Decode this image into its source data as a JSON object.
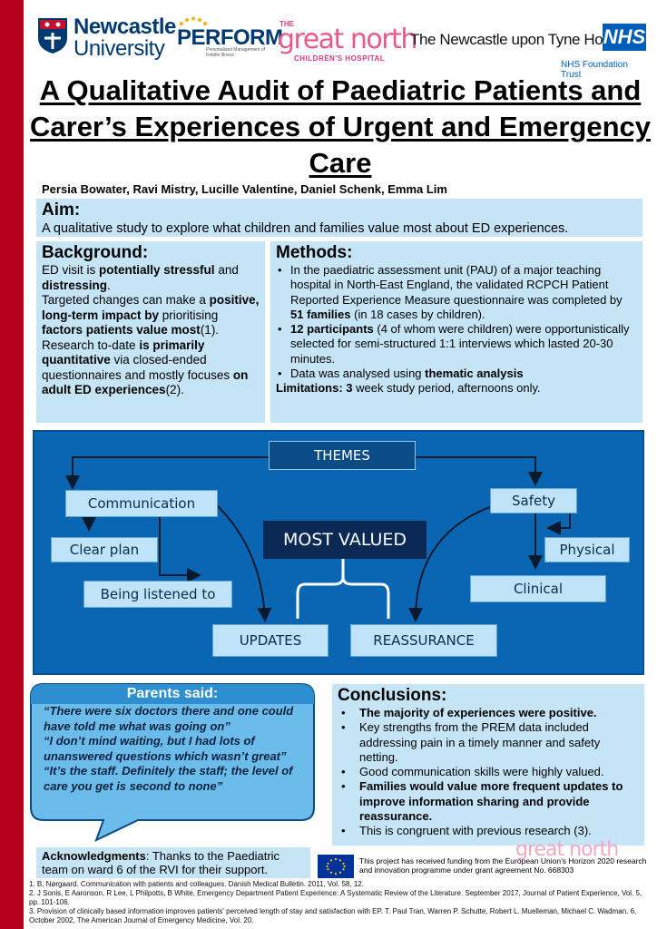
{
  "logos": {
    "newcastle_line1": "Newcastle",
    "newcastle_line2": "University",
    "perform": "PERFORM",
    "perform_sub": "Personalised Management of Febrile Illness",
    "gnch_the": "THE",
    "gnch_main": "great north",
    "gnch_sub": "CHILDREN'S HOSPITAL",
    "trust_name": "The Newcastle upon Tyne Hospitals",
    "nhs": "NHS",
    "foundation_trust": "NHS Foundation Trust"
  },
  "title": "A Qualitative Audit of Paediatric Patients and Carer’s Experiences of Urgent and Emergency Care",
  "authors": "Persia Bowater, Ravi Mistry, Lucille Valentine, Daniel Schenk, Emma Lim",
  "aim": {
    "heading": "Aim:",
    "text": "A qualitative study to explore what children and families value most about ED experiences."
  },
  "background": {
    "heading": "Background:",
    "p1a": "ED visit is ",
    "p1b": "potentially stressful",
    "p1c": " and ",
    "p1d": "distressing",
    "p1e": ".",
    "p2a": "Targeted changes can make a ",
    "p2b": "positive, long-term impact by",
    "p2c": " prioritising ",
    "p2d": " factors patients value most",
    "p2e": "(1).",
    "p3a": "Research to-date ",
    "p3b": "is primarily quantitative",
    "p3c": " via closed-ended questionnaires and mostly focuses ",
    "p3d": "on adult ED experiences",
    "p3e": "(2)."
  },
  "methods": {
    "heading": "Methods:",
    "b1a": "In the paediatric assessment unit (PAU) of a major teaching hospital in North-East England, the validated RCPCH Patient Reported Experience Measure questionnaire was completed by ",
    "b1b": "51 families",
    "b1c": " (in 18 cases by children).",
    "b2a": "12 participants",
    "b2b": " (4 of whom were children) were opportunistically selected for semi-structured 1:1 interviews which lasted 20-30 minutes.",
    "b3a": "Data was analysed using ",
    "b3b": "thematic analysis",
    "lim_label": "Limitations: 3",
    "lim_text": " week study period, afternoons only."
  },
  "diagram": {
    "themes": "THEMES",
    "communication": "Communication",
    "safety": "Safety",
    "most_valued": "MOST VALUED",
    "clear_plan": "Clear plan",
    "being_listened": "Being listened to",
    "physical": "Physical",
    "clinical": "Clinical",
    "updates": "UPDATES",
    "reassurance": "REASSURANCE"
  },
  "quotes": {
    "heading": "Parents said:",
    "q1": "“There were six doctors there and one could have told me what was going on”",
    "q2": "“I don’t mind waiting, but I had lots of unanswered questions which wasn’t great”",
    "q3": "“It’s the staff. Definitely the staff; the level of care you get is second to none”"
  },
  "conclusions": {
    "heading": "Conclusions:",
    "c1": "The majority of experiences were positive.",
    "c2": "Key strengths from the PREM data included addressing pain in a timely manner and safety netting.",
    "c3": "Good communication skills were highly valued.",
    "c4": "Families would value more frequent updates to improve information sharing and provide reassurance.",
    "c5": "This is congruent with previous research (3)."
  },
  "acknowledgments": {
    "label": "Acknowledgments",
    "text": ": Thanks to the Paediatric team on ward 6 of the RVI for their support."
  },
  "eu": {
    "text": "This project has received funding from the European Union’s Horizon 2020 research and innovation programme under grant agreement No. 668303"
  },
  "watermark": "great north",
  "references": {
    "r1": "1. B, Nørgaard. Communication with patients and colleagues. Danish Medical Bulletin. 2011, Vol. 58, 12.",
    "r2": "2. J Sonis, E Aaronson, R Lee, L Philpotts, B White, Emergency Department Patient Experience: A Systematic Review of the Literature. September 2017, Journal of Patient Experience, Vol. 5, pp. 101-106.",
    "r3": "3. Provision of clinically based information improves patients' perceived length of stay and satisfaction with EP. T. Paul Tran, Warren P. Schutte, Robert L. Muelleman, Michael C. Wadman. 6, October 2002, The American Journal of Emergency Medicine, Vol. 20."
  },
  "colors": {
    "left_bar": "#b3001b",
    "panel": "#c5e4f5",
    "diagram_bg": "#0a66b3",
    "nhs_blue": "#005eb8"
  }
}
